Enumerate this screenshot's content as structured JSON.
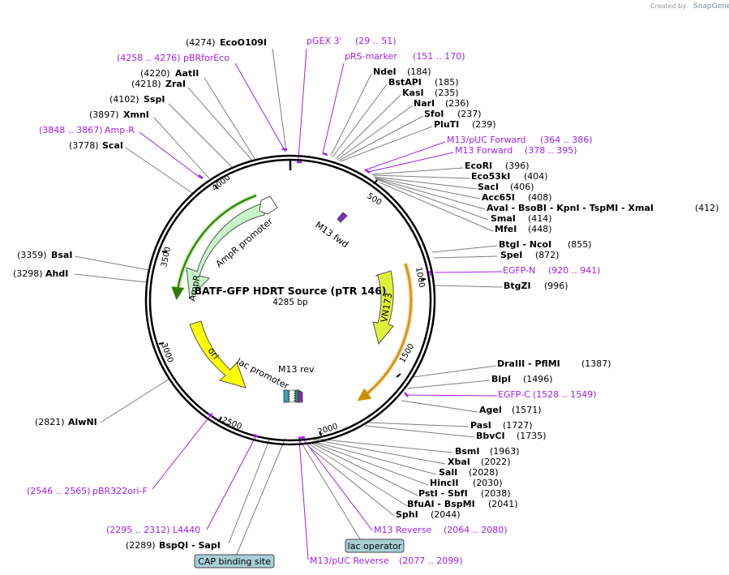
{
  "title": "BATF-GFP HDRT Source (pTR 146)",
  "length_label": "4285 bp",
  "credit": {
    "created_by": "Created by",
    "brand": "SnapGene"
  },
  "colors": {
    "primer": "#a020f0",
    "backbone": "#000000",
    "leader": "#7f7f7f"
  },
  "ticks": [
    "500",
    "1000",
    "1500",
    "2000",
    "2500",
    "3000",
    "3500",
    "4000"
  ],
  "features": [
    {
      "name": "M13 fwd",
      "color": "#7c2fc2"
    },
    {
      "name": "VN173",
      "color": "#dcf23a"
    },
    {
      "name": "ori",
      "color": "#ffff00"
    },
    {
      "name": "lac promoter",
      "color": "#ffffff"
    },
    {
      "name": "M13 rev",
      "color": "#7c2fc2"
    },
    {
      "name": "AmpR",
      "color": "#c8f5c8"
    },
    {
      "name": "AmpR promoter",
      "color": "#ffffff"
    }
  ],
  "labels": [
    {
      "pos": "(4274)",
      "name": "EcoO109I"
    },
    {
      "name": "pBRforEco",
      "pos": "(4258 .. 4276)",
      "primer": true
    },
    {
      "pos": "(4220)",
      "name": "AatII"
    },
    {
      "pos": "(4218)",
      "name": "ZraI"
    },
    {
      "pos": "(4102)",
      "name": "SspI"
    },
    {
      "pos": "(3897)",
      "name": "XmnI"
    },
    {
      "name": "Amp-R",
      "pos": "(3848 .. 3867)",
      "primer": true
    },
    {
      "pos": "(3778)",
      "name": "ScaI"
    },
    {
      "pos": "(3359)",
      "name": "BsaI"
    },
    {
      "pos": "(3298)",
      "name": "AhdI"
    },
    {
      "pos": "(2821)",
      "name": "AlwNI"
    },
    {
      "name": "pBR322ori-F",
      "pos": "(2546 .. 2565)",
      "primer": true
    },
    {
      "name": "L4440",
      "pos": "(2295 .. 2312)",
      "primer": true
    },
    {
      "pos": "(2289)",
      "name": "BspQI - SapI"
    },
    {
      "name": "pGEX 3'",
      "pos": "(29 .. 51)",
      "primer": true
    },
    {
      "name": "pRS-marker",
      "pos": "(151 .. 170)",
      "primer": true
    },
    {
      "name": "NdeI",
      "pos": "(184)"
    },
    {
      "name": "BstAPI",
      "pos": "(185)"
    },
    {
      "name": "KasI",
      "pos": "(235)"
    },
    {
      "name": "NarI",
      "pos": "(236)"
    },
    {
      "name": "SfoI",
      "pos": "(237)"
    },
    {
      "name": "PluTI",
      "pos": "(239)"
    },
    {
      "name": "M13/pUC Forward",
      "pos": "(364 .. 386)",
      "primer": true
    },
    {
      "name": "M13 Forward",
      "pos": "(378 .. 395)",
      "primer": true
    },
    {
      "name": "EcoRI",
      "pos": "(396)"
    },
    {
      "name": "Eco53kI",
      "pos": "(404)"
    },
    {
      "name": "SacI",
      "pos": "(406)"
    },
    {
      "name": "Acc65I",
      "pos": "(408)"
    },
    {
      "name": "AvaI - BsoBI - KpnI - TspMI - XmaI",
      "pos": "(412)"
    },
    {
      "name": "SmaI",
      "pos": "(414)"
    },
    {
      "name": "MfeI",
      "pos": "(448)"
    },
    {
      "name": "BtgI - NcoI",
      "pos": "(855)"
    },
    {
      "name": "SpeI",
      "pos": "(872)"
    },
    {
      "name": "EGFP-N",
      "pos": "(920 .. 941)",
      "primer": true
    },
    {
      "name": "BtgZI",
      "pos": "(996)"
    },
    {
      "name": "DraIII - PflMI",
      "pos": "(1387)"
    },
    {
      "name": "BlpI",
      "pos": "(1496)"
    },
    {
      "name": "EGFP-C",
      "pos": "(1528 .. 1549)",
      "primer": true
    },
    {
      "name": "AgeI",
      "pos": "(1571)"
    },
    {
      "name": "PasI",
      "pos": "(1727)"
    },
    {
      "name": "BbvCI",
      "pos": "(1735)"
    },
    {
      "name": "BsmI",
      "pos": "(1963)"
    },
    {
      "name": "XbaI",
      "pos": "(2022)"
    },
    {
      "name": "SalI",
      "pos": "(2028)"
    },
    {
      "name": "HincII",
      "pos": "(2030)"
    },
    {
      "name": "PstI - SbfI",
      "pos": "(2038)"
    },
    {
      "name": "BfuAI - BspMI",
      "pos": "(2041)"
    },
    {
      "name": "SphI",
      "pos": "(2044)"
    },
    {
      "name": "M13 Reverse",
      "pos": "(2064 .. 2080)",
      "primer": true
    },
    {
      "name": "M13/pUC Reverse",
      "pos": "(2077 .. 2099)",
      "primer": true
    }
  ],
  "tags": [
    {
      "text": "CAP binding site"
    },
    {
      "text": "lac operator"
    }
  ]
}
